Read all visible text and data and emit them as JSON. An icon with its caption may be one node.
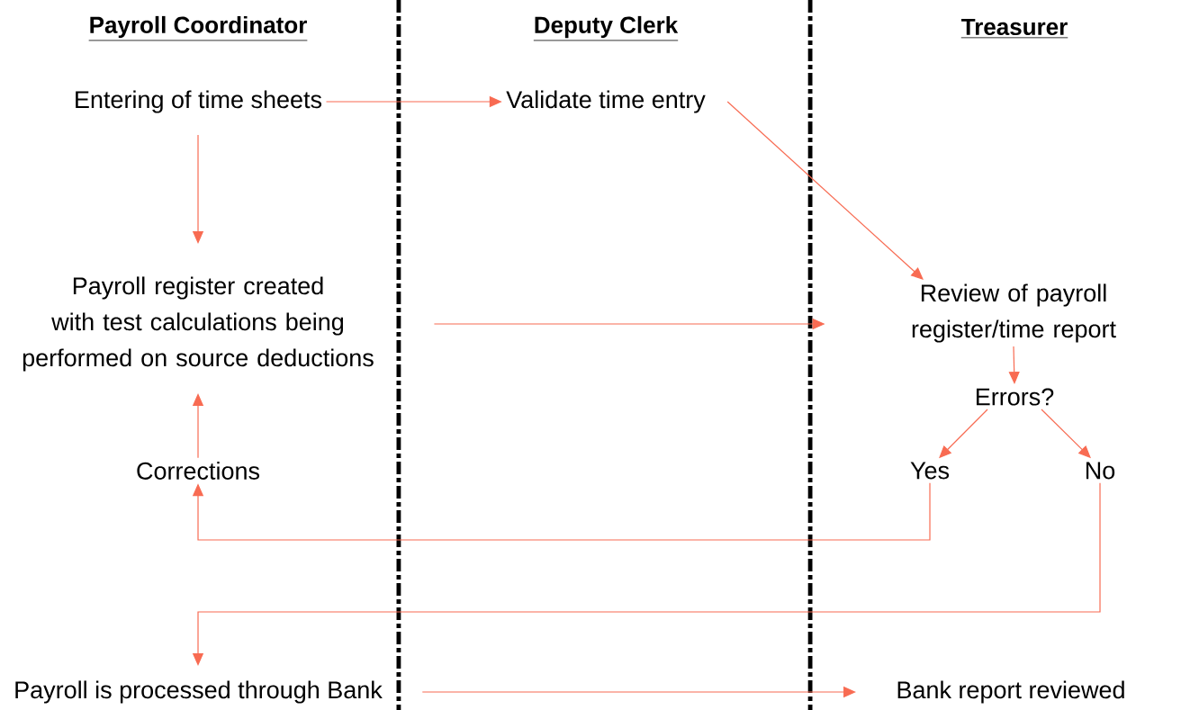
{
  "diagram": {
    "nodes": [
      {
        "text": [
          "Entering of time sheets"
        ]
      },
      {
        "text": [
          "Validate time entry"
        ]
      },
      {
        "text": [
          "Payroll register created with test calculations being performed on source deductions"
        ]
      },
      {
        "text": [
          "Review of payroll register/time report"
        ]
      },
      {
        "text": [
          "Errors?"
        ]
      },
      {
        "text": [
          "Yes"
        ]
      },
      {
        "text": [
          "No"
        ]
      },
      {
        "text": [
          "Corrections"
        ]
      },
      {
        "text": [
          "Payroll is processed through Bank"
        ]
      },
      {
        "text": [
          "Bank report reviewed"
        ]
      }
    ],
    "edges": [
      {
        "from": 0,
        "to": 1,
        "arrow": "to"
      },
      {
        "from": 0,
        "to": 2,
        "arrow": "to"
      },
      {
        "from": 1,
        "to": 3,
        "arrow": "to"
      },
      {
        "from": 2,
        "to": 3,
        "arrow": "to"
      },
      {
        "from": 3,
        "to": 4,
        "arrow": "to"
      },
      {
        "from": 4,
        "to": 5,
        "arrow": "to"
      },
      {
        "from": 4,
        "to": 6,
        "arrow": "to"
      },
      {
        "from": 5,
        "to": 7,
        "arrow": "to"
      },
      {
        "from": 7,
        "to": 2,
        "arrow": "to"
      },
      {
        "from": 6,
        "to": 8,
        "arrow": "to"
      },
      {
        "from": 8,
        "to": 9,
        "arrow": "to"
      }
    ],
    "labels": [
      "Payroll Coordinator",
      "Deputy Clerk",
      "Treasurer"
    ]
  }
}
